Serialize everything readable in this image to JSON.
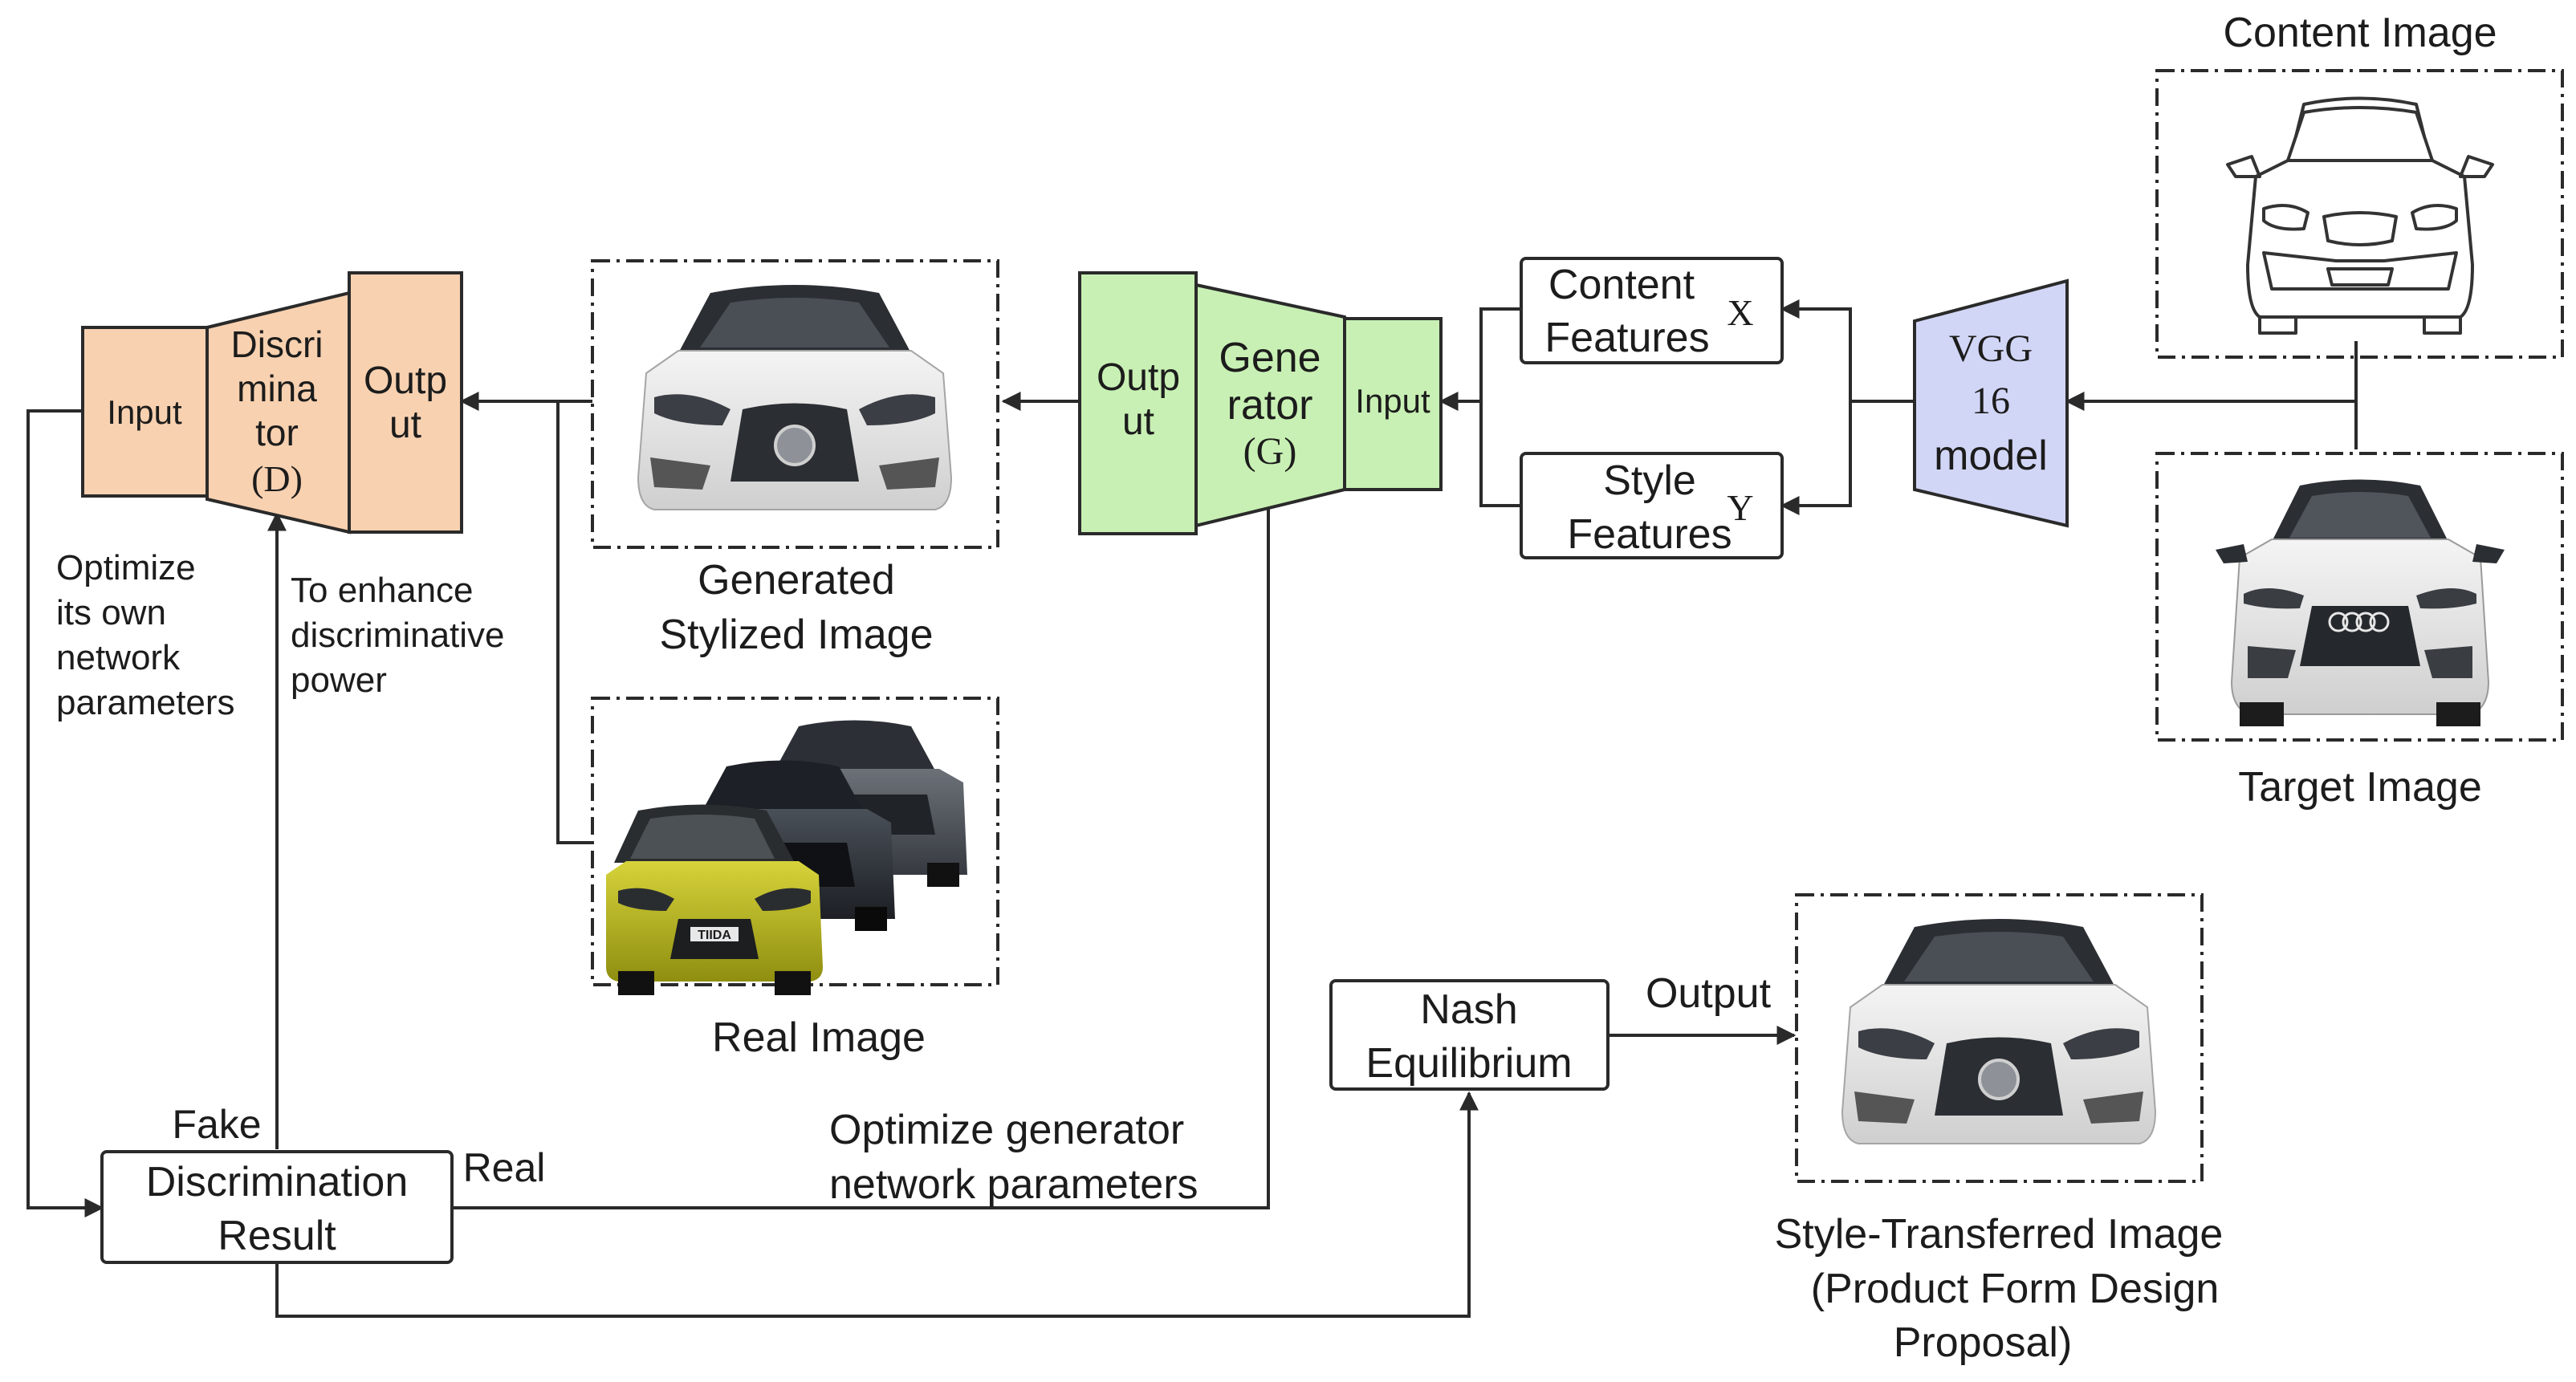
{
  "discriminator": {
    "input": "Input",
    "name_lines": [
      "Discri",
      "mina",
      "tor"
    ],
    "symbol": "(D)",
    "output_lines": [
      "Outp",
      "ut"
    ]
  },
  "generator": {
    "output_lines": [
      "Outp",
      "ut"
    ],
    "name_lines": [
      "Gene",
      "rator"
    ],
    "symbol": "(G)",
    "input": "Input"
  },
  "vgg": {
    "lines": [
      "VGG",
      "16",
      "model"
    ]
  },
  "features": {
    "content_lines": [
      "Content",
      "Features"
    ],
    "content_symbol": "X",
    "style_lines": [
      "Style",
      "Features"
    ],
    "style_symbol": "Y"
  },
  "images": {
    "content_label": "Content Image",
    "target_label": "Target Image",
    "generated_label_lines": [
      "Generated",
      "Stylized Image"
    ],
    "real_label": "Real Image",
    "transferred_label_lines": [
      "Style-Transferred Image",
      "(Product Form Design",
      "Proposal)"
    ],
    "real_car_badge": "TIIDA"
  },
  "annotations": {
    "optimize_own_lines": [
      "Optimize",
      "its own",
      "network",
      "parameters"
    ],
    "enhance_lines": [
      "To enhance",
      "discriminative",
      "power"
    ],
    "fake": "Fake",
    "real": "Real",
    "optimize_gen_lines": [
      "Optimize generator",
      "network parameters"
    ],
    "output": "Output"
  },
  "result": {
    "lines": [
      "Discrimination",
      "Result"
    ]
  },
  "nash": {
    "lines": [
      "Nash",
      "Equilibrium"
    ]
  },
  "colors": {
    "discriminator_fill": "#f8d1b0",
    "generator_fill": "#c8f0b4",
    "vgg_fill": "#d2d6f6",
    "stroke": "#2a2a2a"
  }
}
